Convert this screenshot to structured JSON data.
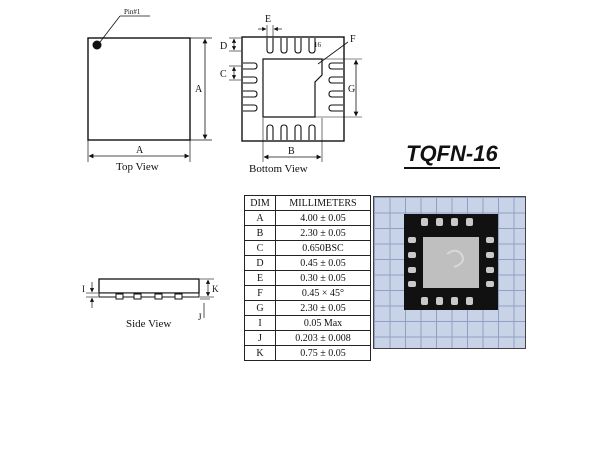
{
  "title": "TQFN-16",
  "views": {
    "top": "Top View",
    "bottom": "Bottom View",
    "side": "Side View"
  },
  "labels": {
    "pin1": "Pin#1",
    "pin16": "16",
    "A_h": "A",
    "A_v": "A",
    "B": "B",
    "C": "C",
    "D": "D",
    "E": "E",
    "F": "F",
    "G": "G",
    "I": "I",
    "J": "J",
    "K": "K"
  },
  "table": {
    "headers": [
      "DIM",
      "MILLIMETERS"
    ],
    "rows": [
      [
        "A",
        "4.00 ± 0.05"
      ],
      [
        "B",
        "2.30 ± 0.05"
      ],
      [
        "C",
        "0.650BSC"
      ],
      [
        "D",
        "0.45 ± 0.05"
      ],
      [
        "E",
        "0.30 ± 0.05"
      ],
      [
        "F",
        "0.45 × 45°"
      ],
      [
        "G",
        "2.30 ± 0.05"
      ],
      [
        "I",
        "0.05 Max"
      ],
      [
        "J",
        "0.203 ± 0.008"
      ],
      [
        "K",
        "0.75 ± 0.05"
      ]
    ]
  }
}
